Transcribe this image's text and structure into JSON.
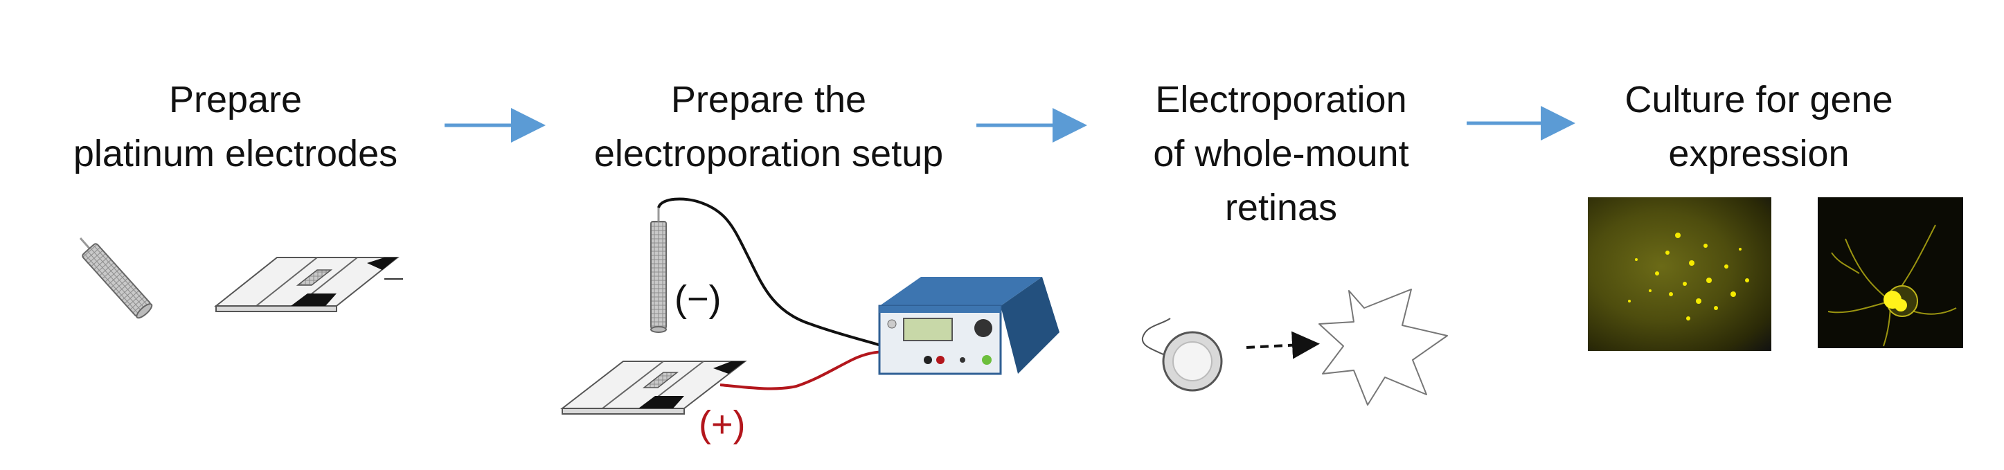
{
  "steps": [
    {
      "title": "Prepare\nplatinum electrodes"
    },
    {
      "title": "Prepare the\nelectroporation setup"
    },
    {
      "title": "Electroporation\nof whole-mount\nretinas"
    },
    {
      "title": "Culture for gene\nexpression"
    }
  ],
  "labels": {
    "negative": "(−)",
    "positive": "(+)"
  },
  "colors": {
    "arrow": "#5b9bd5",
    "positive_wire": "#b3161c",
    "negative_wire": "#111111",
    "device_body": "#2f5f94",
    "microscopy": "#e8e000"
  }
}
